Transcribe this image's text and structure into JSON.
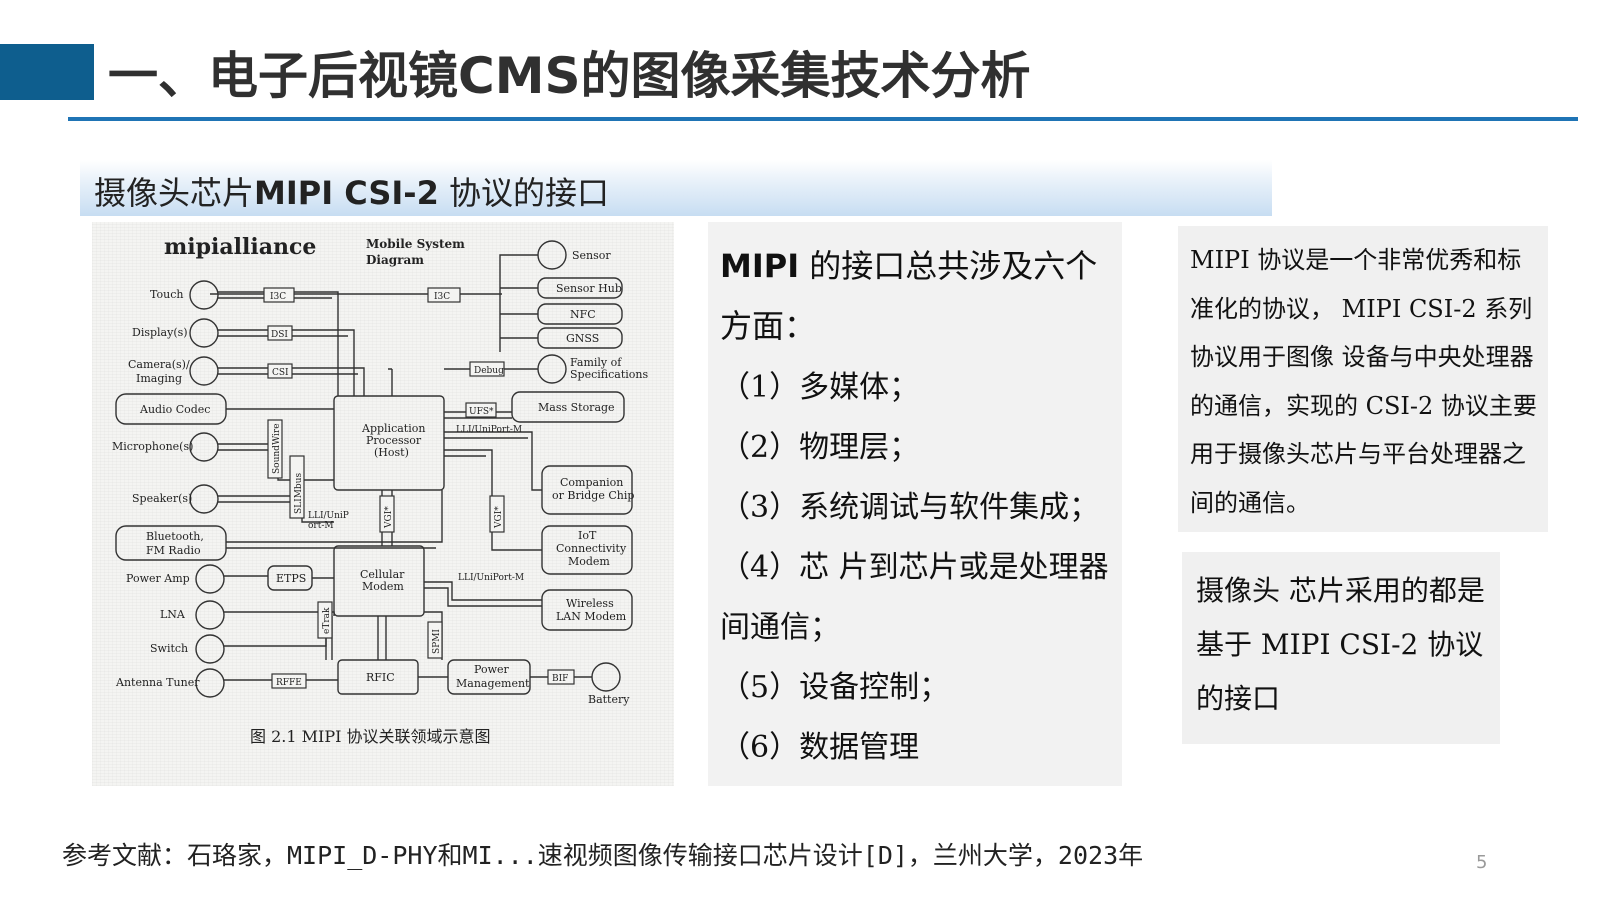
{
  "slide": {
    "title": "一、电子后视镜CMS的图像采集技术分析",
    "subtitle_prefix": "摄像头芯片",
    "subtitle_bold": "MIPI CSI-2",
    "subtitle_suffix": " 协议的接口",
    "page_number": "5"
  },
  "figure": {
    "logo": "mipialliance",
    "system_title_1": "Mobile System",
    "system_title_2": "Diagram",
    "caption": "图 2.1   MIPI 协议关联领域示意图",
    "left_devices": [
      "Touch",
      "Display(s)",
      "Camera(s)/",
      "Imaging",
      "Audio Codec",
      "Microphone(s)",
      "Speaker(s)",
      "Bluetooth,",
      "FM Radio",
      "Power Amp",
      "LNA",
      "Switch",
      "Antenna Tuner"
    ],
    "right_devices": [
      "Sensor",
      "Sensor Hub",
      "NFC",
      "GNSS",
      "Family of",
      "Specifications",
      "Mass Storage",
      "Companion",
      "or Bridge Chip",
      "IoT",
      "Connectivity",
      "Modem",
      "Wireless",
      "LAN Modem",
      "Battery"
    ],
    "blocks": [
      "Application",
      "Processor",
      "(Host)",
      "Cellular",
      "Modem",
      "RFIC",
      "Power",
      "Management",
      "ETPS"
    ],
    "interfaces": [
      "I3C",
      "I3C",
      "DSI",
      "CSI",
      "Debug",
      "UFS*",
      "LLI/UniPort-M",
      "SoundWire",
      "SLIMbus",
      "LLI/UniP",
      "ort-M",
      "VGI*",
      "VGI*",
      "LLI/UniPort-M",
      "eTrak",
      "SPMI",
      "RFFE",
      "BIF"
    ]
  },
  "middle": {
    "head_bold": "MIPI",
    "head_rest": " 的接口总共涉及六个方面：",
    "items": [
      "（1）多媒体；",
      "（2）物理层；",
      "（3）系统调试与软件集成；",
      "（4）芯 片到芯片或是处理器间通信；",
      "（5）设备控制；",
      "（6）数据管理"
    ]
  },
  "right_top_text": "MIPI 协议是一个非常优秀和标准化的协议， MIPI CSI-2 系列协议用于图像 设备与中央处理器的通信，实现的 CSI-2 协议主要用于摄像头芯片与平台处理器之间的通信。",
  "right_bottom_text": "摄像头 芯片采用的都是基于 MIPI CSI-2 协议的接口",
  "reference": "参考文献：石珞家，MIPI_D-PHY和MI...速视频图像传输接口芯片设计[D]，兰州大学，2023年"
}
